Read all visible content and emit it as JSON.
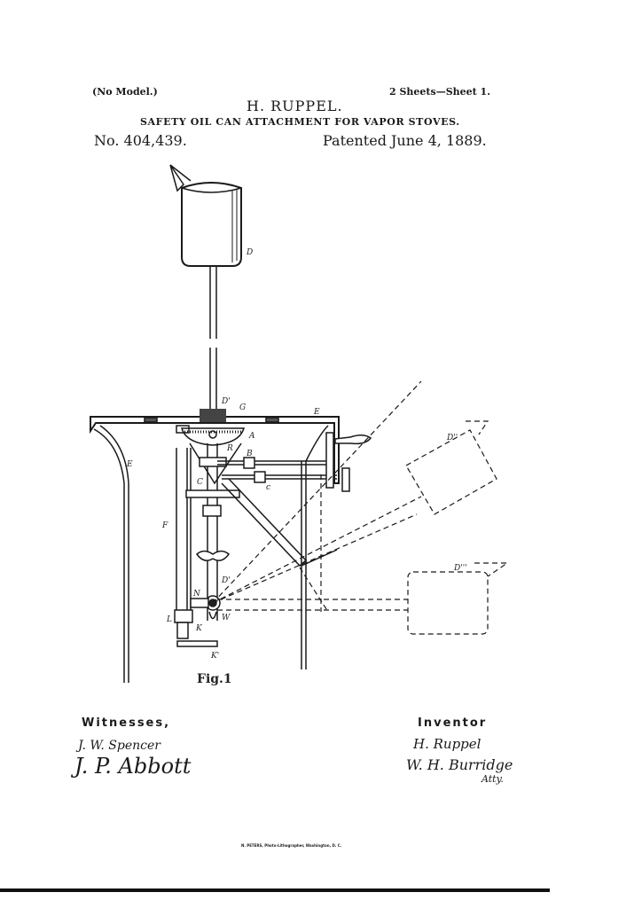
{
  "header": {
    "no_model": "(No Model.)",
    "sheets": "2 Sheets—Sheet 1.",
    "inventor_name": "H. RUPPEL.",
    "title": "SAFETY OIL CAN ATTACHMENT FOR VAPOR STOVES.",
    "patent_number": "No. 404,439.",
    "patent_date": "Patented June 4, 1889."
  },
  "figure": {
    "caption": "Fig.1",
    "labels": {
      "D": "D",
      "D1": "D'",
      "G": "G",
      "E_top": "E",
      "E_leg": "E",
      "A": "A",
      "R": "R",
      "B": "B",
      "C": "C",
      "c": "c",
      "F": "F",
      "D1_lower": "D'",
      "N": "N",
      "L": "L",
      "K": "K",
      "W": "W",
      "K1": "K'",
      "D2": "D''",
      "D3": "D'''"
    }
  },
  "signatures": {
    "witnesses_label": "Witnesses,",
    "inventor_label": "Inventor",
    "witness_1": "J. W. Spencer",
    "witness_2": "J. P. Abbott",
    "inventor": "H. Ruppel",
    "attorney": "W. H. Burridge",
    "attorney_suffix": "Atty."
  },
  "footer": {
    "lithographer": "N. PETERS, Photo-Lithographer, Washington, D. C."
  }
}
